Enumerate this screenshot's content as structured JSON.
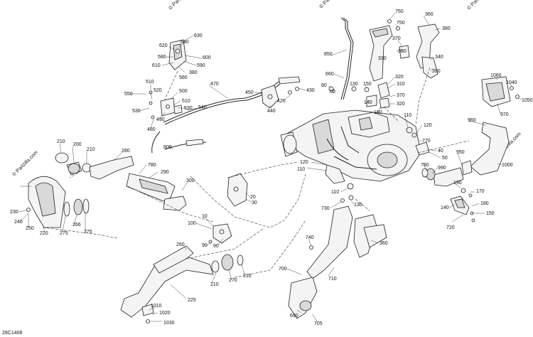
{
  "copyright": "© Partzilla.com",
  "watermark": "© Partzilla.com",
  "diagram_code": "28C1408",
  "callouts": [
    {
      "id": "630",
      "label": "630"
    },
    {
      "id": "620",
      "label": "620"
    },
    {
      "id": "640",
      "label": "640"
    },
    {
      "id": "600",
      "label": "600"
    },
    {
      "id": "580",
      "label": "580"
    },
    {
      "id": "610",
      "label": "610"
    },
    {
      "id": "590",
      "label": "590"
    },
    {
      "id": "380a",
      "label": "380"
    },
    {
      "id": "560",
      "label": "560"
    },
    {
      "id": "470",
      "label": "470"
    },
    {
      "id": "510",
      "label": "510"
    },
    {
      "id": "520",
      "label": "520"
    },
    {
      "id": "550",
      "label": "550"
    },
    {
      "id": "500",
      "label": "500"
    },
    {
      "id": "510b",
      "label": "510"
    },
    {
      "id": "530a",
      "label": "530"
    },
    {
      "id": "530b",
      "label": "530"
    },
    {
      "id": "540",
      "label": "540"
    },
    {
      "id": "490",
      "label": "490"
    },
    {
      "id": "480",
      "label": "480"
    },
    {
      "id": "450",
      "label": "450"
    },
    {
      "id": "430",
      "label": "430"
    },
    {
      "id": "420",
      "label": "420"
    },
    {
      "id": "440",
      "label": "440"
    },
    {
      "id": "800",
      "label": "800"
    },
    {
      "id": "210a",
      "label": "210"
    },
    {
      "id": "200",
      "label": "200"
    },
    {
      "id": "210b",
      "label": "210"
    },
    {
      "id": "280",
      "label": "280"
    },
    {
      "id": "290",
      "label": "290"
    },
    {
      "id": "780a",
      "label": "780"
    },
    {
      "id": "300",
      "label": "300"
    },
    {
      "id": "230",
      "label": "230"
    },
    {
      "id": "240",
      "label": "240"
    },
    {
      "id": "250",
      "label": "250"
    },
    {
      "id": "220",
      "label": "220"
    },
    {
      "id": "275a",
      "label": "275"
    },
    {
      "id": "266",
      "label": "266"
    },
    {
      "id": "275b",
      "label": "275"
    },
    {
      "id": "10a",
      "label": "10"
    },
    {
      "id": "100a",
      "label": "100"
    },
    {
      "id": "90a",
      "label": "90"
    },
    {
      "id": "90b",
      "label": "90"
    },
    {
      "id": "260",
      "label": "260"
    },
    {
      "id": "210c",
      "label": "210"
    },
    {
      "id": "270",
      "label": "270"
    },
    {
      "id": "210d",
      "label": "210"
    },
    {
      "id": "225",
      "label": "225"
    },
    {
      "id": "1010",
      "label": "1010"
    },
    {
      "id": "1020",
      "label": "1020"
    },
    {
      "id": "1030",
      "label": "1030"
    },
    {
      "id": "750a",
      "label": "750"
    },
    {
      "id": "750b",
      "label": "750"
    },
    {
      "id": "360a",
      "label": "360"
    },
    {
      "id": "380b",
      "label": "380"
    },
    {
      "id": "370",
      "label": "370"
    },
    {
      "id": "340",
      "label": "340"
    },
    {
      "id": "380c",
      "label": "380"
    },
    {
      "id": "850",
      "label": "850"
    },
    {
      "id": "330",
      "label": "330"
    },
    {
      "id": "390",
      "label": "390"
    },
    {
      "id": "660",
      "label": "660"
    },
    {
      "id": "320",
      "label": "320"
    },
    {
      "id": "80",
      "label": "80"
    },
    {
      "id": "60",
      "label": "60"
    },
    {
      "id": "130a",
      "label": "130"
    },
    {
      "id": "150",
      "label": "150"
    },
    {
      "id": "310",
      "label": "310"
    },
    {
      "id": "370b",
      "label": "370"
    },
    {
      "id": "140a",
      "label": "140"
    },
    {
      "id": "320b",
      "label": "320"
    },
    {
      "id": "160",
      "label": "160"
    },
    {
      "id": "1060",
      "label": "1060"
    },
    {
      "id": "1040",
      "label": "1040"
    },
    {
      "id": "1050",
      "label": "1050"
    },
    {
      "id": "970",
      "label": "970"
    },
    {
      "id": "110a",
      "label": "110"
    },
    {
      "id": "120a",
      "label": "120"
    },
    {
      "id": "960",
      "label": "960"
    },
    {
      "id": "770",
      "label": "770"
    },
    {
      "id": "40",
      "label": "40"
    },
    {
      "id": "50",
      "label": "50"
    },
    {
      "id": "780b",
      "label": "780"
    },
    {
      "id": "990",
      "label": "990"
    },
    {
      "id": "950",
      "label": "950"
    },
    {
      "id": "1000",
      "label": "1000"
    },
    {
      "id": "120b",
      "label": "120"
    },
    {
      "id": "110b",
      "label": "110"
    },
    {
      "id": "20",
      "label": "20"
    },
    {
      "id": "30",
      "label": "30"
    },
    {
      "id": "190",
      "label": "190"
    },
    {
      "id": "170",
      "label": "170"
    },
    {
      "id": "180",
      "label": "180"
    },
    {
      "id": "140b",
      "label": "140"
    },
    {
      "id": "150b",
      "label": "150"
    },
    {
      "id": "720",
      "label": "720"
    },
    {
      "id": "110c",
      "label": "110"
    },
    {
      "id": "730",
      "label": "730"
    },
    {
      "id": "130b",
      "label": "130"
    },
    {
      "id": "740",
      "label": "740"
    },
    {
      "id": "360b",
      "label": "360"
    },
    {
      "id": "700",
      "label": "700"
    },
    {
      "id": "710",
      "label": "710"
    },
    {
      "id": "690",
      "label": "690"
    },
    {
      "id": "705",
      "label": "705"
    }
  ]
}
